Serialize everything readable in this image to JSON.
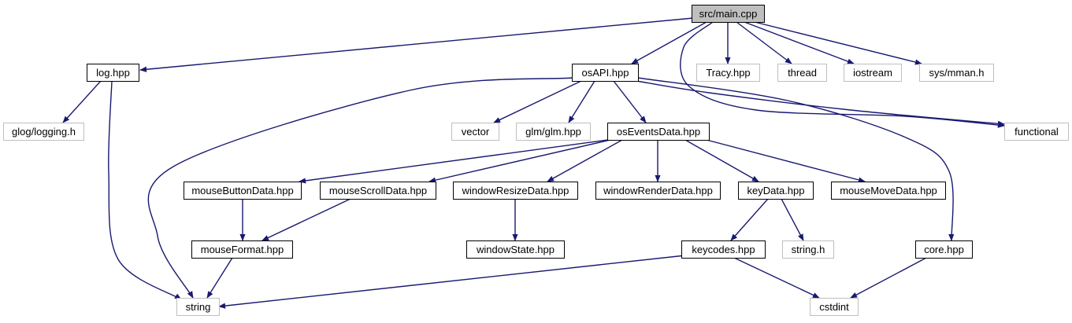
{
  "colors": {
    "edge": "#191970",
    "documented_border": "#000000",
    "external_border": "#bfbfbf",
    "root_fill": "#bfbfbf",
    "fill": "#ffffff"
  },
  "nodes": [
    {
      "id": "main",
      "label": "src/main.cpp",
      "kind": "root"
    },
    {
      "id": "log",
      "label": "log.hpp",
      "kind": "documented"
    },
    {
      "id": "osapi",
      "label": "osAPI.hpp",
      "kind": "documented"
    },
    {
      "id": "tracy",
      "label": "Tracy.hpp",
      "kind": "external"
    },
    {
      "id": "thread",
      "label": "thread",
      "kind": "external"
    },
    {
      "id": "iostream",
      "label": "iostream",
      "kind": "external"
    },
    {
      "id": "mman",
      "label": "sys/mman.h",
      "kind": "external"
    },
    {
      "id": "glog",
      "label": "glog/logging.h",
      "kind": "external"
    },
    {
      "id": "vector",
      "label": "vector",
      "kind": "external"
    },
    {
      "id": "glm",
      "label": "glm/glm.hpp",
      "kind": "external"
    },
    {
      "id": "oseventsdata",
      "label": "osEventsData.hpp",
      "kind": "documented"
    },
    {
      "id": "functional",
      "label": "functional",
      "kind": "external"
    },
    {
      "id": "mousebtn",
      "label": "mouseButtonData.hpp",
      "kind": "documented"
    },
    {
      "id": "mousescroll",
      "label": "mouseScrollData.hpp",
      "kind": "documented"
    },
    {
      "id": "winresize",
      "label": "windowResizeData.hpp",
      "kind": "documented"
    },
    {
      "id": "winrender",
      "label": "windowRenderData.hpp",
      "kind": "documented"
    },
    {
      "id": "keydata",
      "label": "keyData.hpp",
      "kind": "documented"
    },
    {
      "id": "mousemove",
      "label": "mouseMoveData.hpp",
      "kind": "documented"
    },
    {
      "id": "mouseformat",
      "label": "mouseFormat.hpp",
      "kind": "documented"
    },
    {
      "id": "winstate",
      "label": "windowState.hpp",
      "kind": "documented"
    },
    {
      "id": "keycodes",
      "label": "keycodes.hpp",
      "kind": "documented"
    },
    {
      "id": "stringh",
      "label": "string.h",
      "kind": "external"
    },
    {
      "id": "core",
      "label": "core.hpp",
      "kind": "documented"
    },
    {
      "id": "string",
      "label": "string",
      "kind": "external"
    },
    {
      "id": "cstdint",
      "label": "cstdint",
      "kind": "external"
    }
  ],
  "edges": [
    [
      "main",
      "log"
    ],
    [
      "main",
      "osapi"
    ],
    [
      "main",
      "tracy"
    ],
    [
      "main",
      "thread"
    ],
    [
      "main",
      "iostream"
    ],
    [
      "main",
      "mman"
    ],
    [
      "main",
      "functional"
    ],
    [
      "log",
      "glog"
    ],
    [
      "log",
      "string"
    ],
    [
      "osapi",
      "string"
    ],
    [
      "osapi",
      "vector"
    ],
    [
      "osapi",
      "glm"
    ],
    [
      "osapi",
      "oseventsdata"
    ],
    [
      "osapi",
      "functional"
    ],
    [
      "osapi",
      "core"
    ],
    [
      "oseventsdata",
      "mousebtn"
    ],
    [
      "oseventsdata",
      "mousescroll"
    ],
    [
      "oseventsdata",
      "winresize"
    ],
    [
      "oseventsdata",
      "winrender"
    ],
    [
      "oseventsdata",
      "keydata"
    ],
    [
      "oseventsdata",
      "mousemove"
    ],
    [
      "mousebtn",
      "mouseformat"
    ],
    [
      "mousescroll",
      "mouseformat"
    ],
    [
      "winresize",
      "winstate"
    ],
    [
      "keydata",
      "keycodes"
    ],
    [
      "keydata",
      "stringh"
    ],
    [
      "mouseformat",
      "string"
    ],
    [
      "keycodes",
      "string"
    ],
    [
      "keycodes",
      "cstdint"
    ],
    [
      "core",
      "cstdint"
    ]
  ]
}
